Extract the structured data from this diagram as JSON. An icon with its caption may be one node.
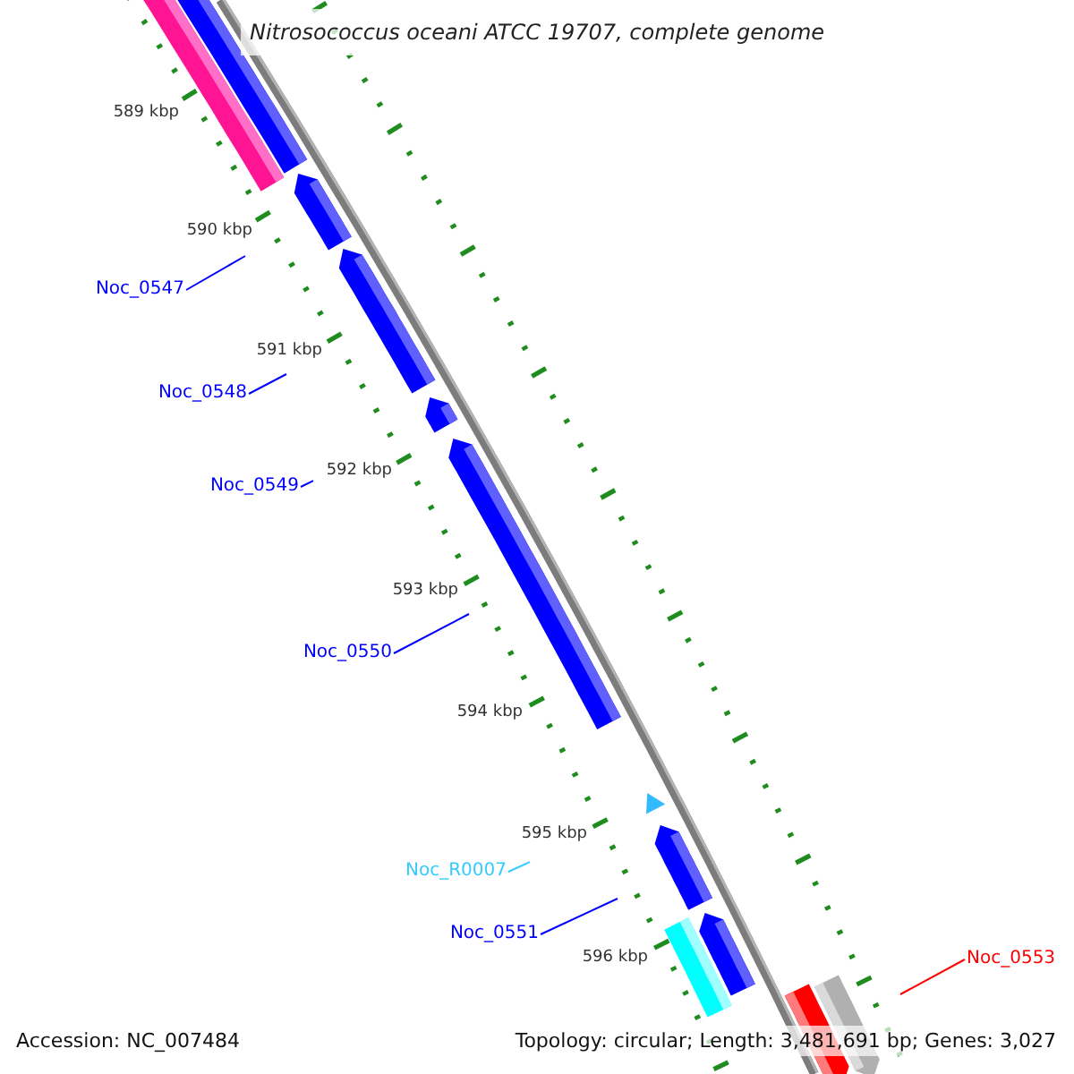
{
  "diagram": {
    "title": "Nitrosococcus oceani ATCC 19707, complete genome",
    "nodes": [
      {
        "text": [
          "Noc_0547"
        ]
      },
      {
        "text": [
          "Noc_0548"
        ]
      },
      {
        "text": [
          "Noc_0549"
        ]
      },
      {
        "text": [
          "Noc_0550"
        ]
      },
      {
        "text": [
          "Noc_R0007"
        ]
      },
      {
        "text": [
          "Noc_0551"
        ]
      },
      {
        "text": [
          "Noc_0553"
        ]
      }
    ],
    "edges": [
      {
        "from": 0,
        "to": null,
        "arrow": "none"
      },
      {
        "from": 1,
        "to": null,
        "arrow": "none"
      },
      {
        "from": 2,
        "to": null,
        "arrow": "none"
      },
      {
        "from": 3,
        "to": null,
        "arrow": "none"
      },
      {
        "from": 4,
        "to": null,
        "arrow": "none",
        "color": "#33ccff"
      },
      {
        "from": 5,
        "to": null,
        "arrow": "none"
      },
      {
        "from": 6,
        "to": null,
        "arrow": "none",
        "color": "#ff0000"
      }
    ],
    "labels": [
      "589 kbp",
      "590 kbp",
      "591 kbp",
      "592 kbp",
      "593 kbp",
      "594 kbp",
      "595 kbp",
      "596 kbp",
      "Accession: NC_007484",
      "Topology: circular; Length: 3,481,691 bp; Genes: 3,027"
    ]
  }
}
